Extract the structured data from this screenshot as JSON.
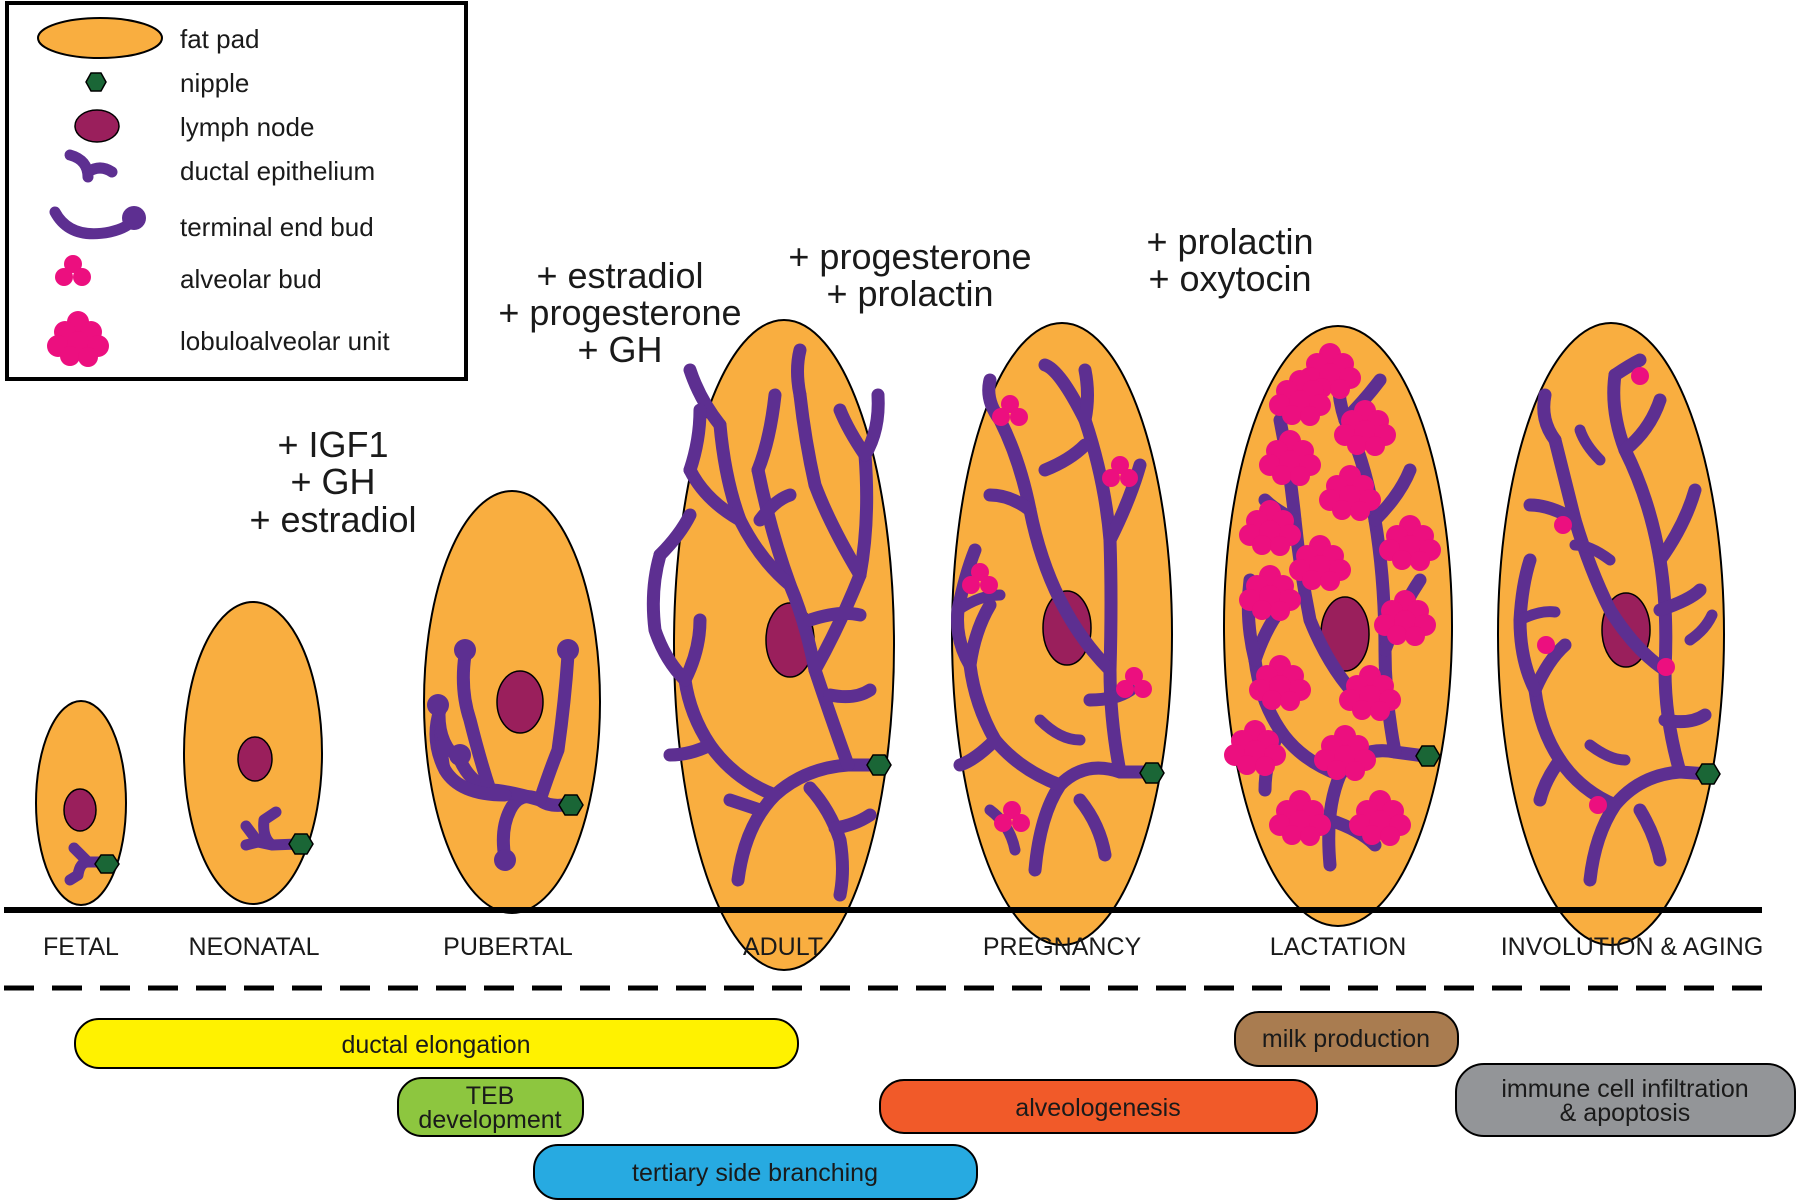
{
  "colors": {
    "fat_pad": "#f9ae40",
    "nipple": "#1a6636",
    "lymph_node": "#9a1f5c",
    "duct": "#5d2f91",
    "alveolar": "#ec0f7f",
    "ductal_elongation": "#fff200",
    "teb_development": "#8dc63f",
    "tertiary_side_branching": "#27aae1",
    "alveologenesis": "#f15a29",
    "milk_production": "#a97c50",
    "immune_apoptosis": "#939598"
  },
  "legend": {
    "items": [
      {
        "icon": "fat-pad-icon",
        "label": "fat pad"
      },
      {
        "icon": "nipple-icon",
        "label": "nipple"
      },
      {
        "icon": "lymph-node-icon",
        "label": "lymph node"
      },
      {
        "icon": "ductal-epithelium-icon",
        "label": "ductal epithelium"
      },
      {
        "icon": "terminal-end-bud-icon",
        "label": "terminal end bud"
      },
      {
        "icon": "alveolar-bud-icon",
        "label": "alveolar bud"
      },
      {
        "icon": "lobuloalveolar-unit-icon",
        "label": "lobuloalveolar unit"
      }
    ]
  },
  "hormones": {
    "neonatal": [
      "+ IGF1",
      "+ GH",
      "+ estradiol"
    ],
    "pubertal": [
      "+ estradiol",
      "+ progesterone",
      "+ GH"
    ],
    "adult": [
      "+ progesterone",
      "+ prolactin"
    ],
    "pregnancy": [
      "+ prolactin",
      "+ oxytocin"
    ]
  },
  "stages": [
    "FETAL",
    "NEONATAL",
    "PUBERTAL",
    "ADULT",
    "PREGNANCY",
    "LACTATION",
    "INVOLUTION & AGING"
  ],
  "processes": [
    {
      "label": "ductal elongation"
    },
    {
      "label_lines": [
        "TEB",
        "development"
      ]
    },
    {
      "label": "tertiary side branching"
    },
    {
      "label": "alveologenesis"
    },
    {
      "label": "milk production"
    },
    {
      "label_lines": [
        "immune cell infiltration",
        "& apoptosis"
      ]
    }
  ]
}
